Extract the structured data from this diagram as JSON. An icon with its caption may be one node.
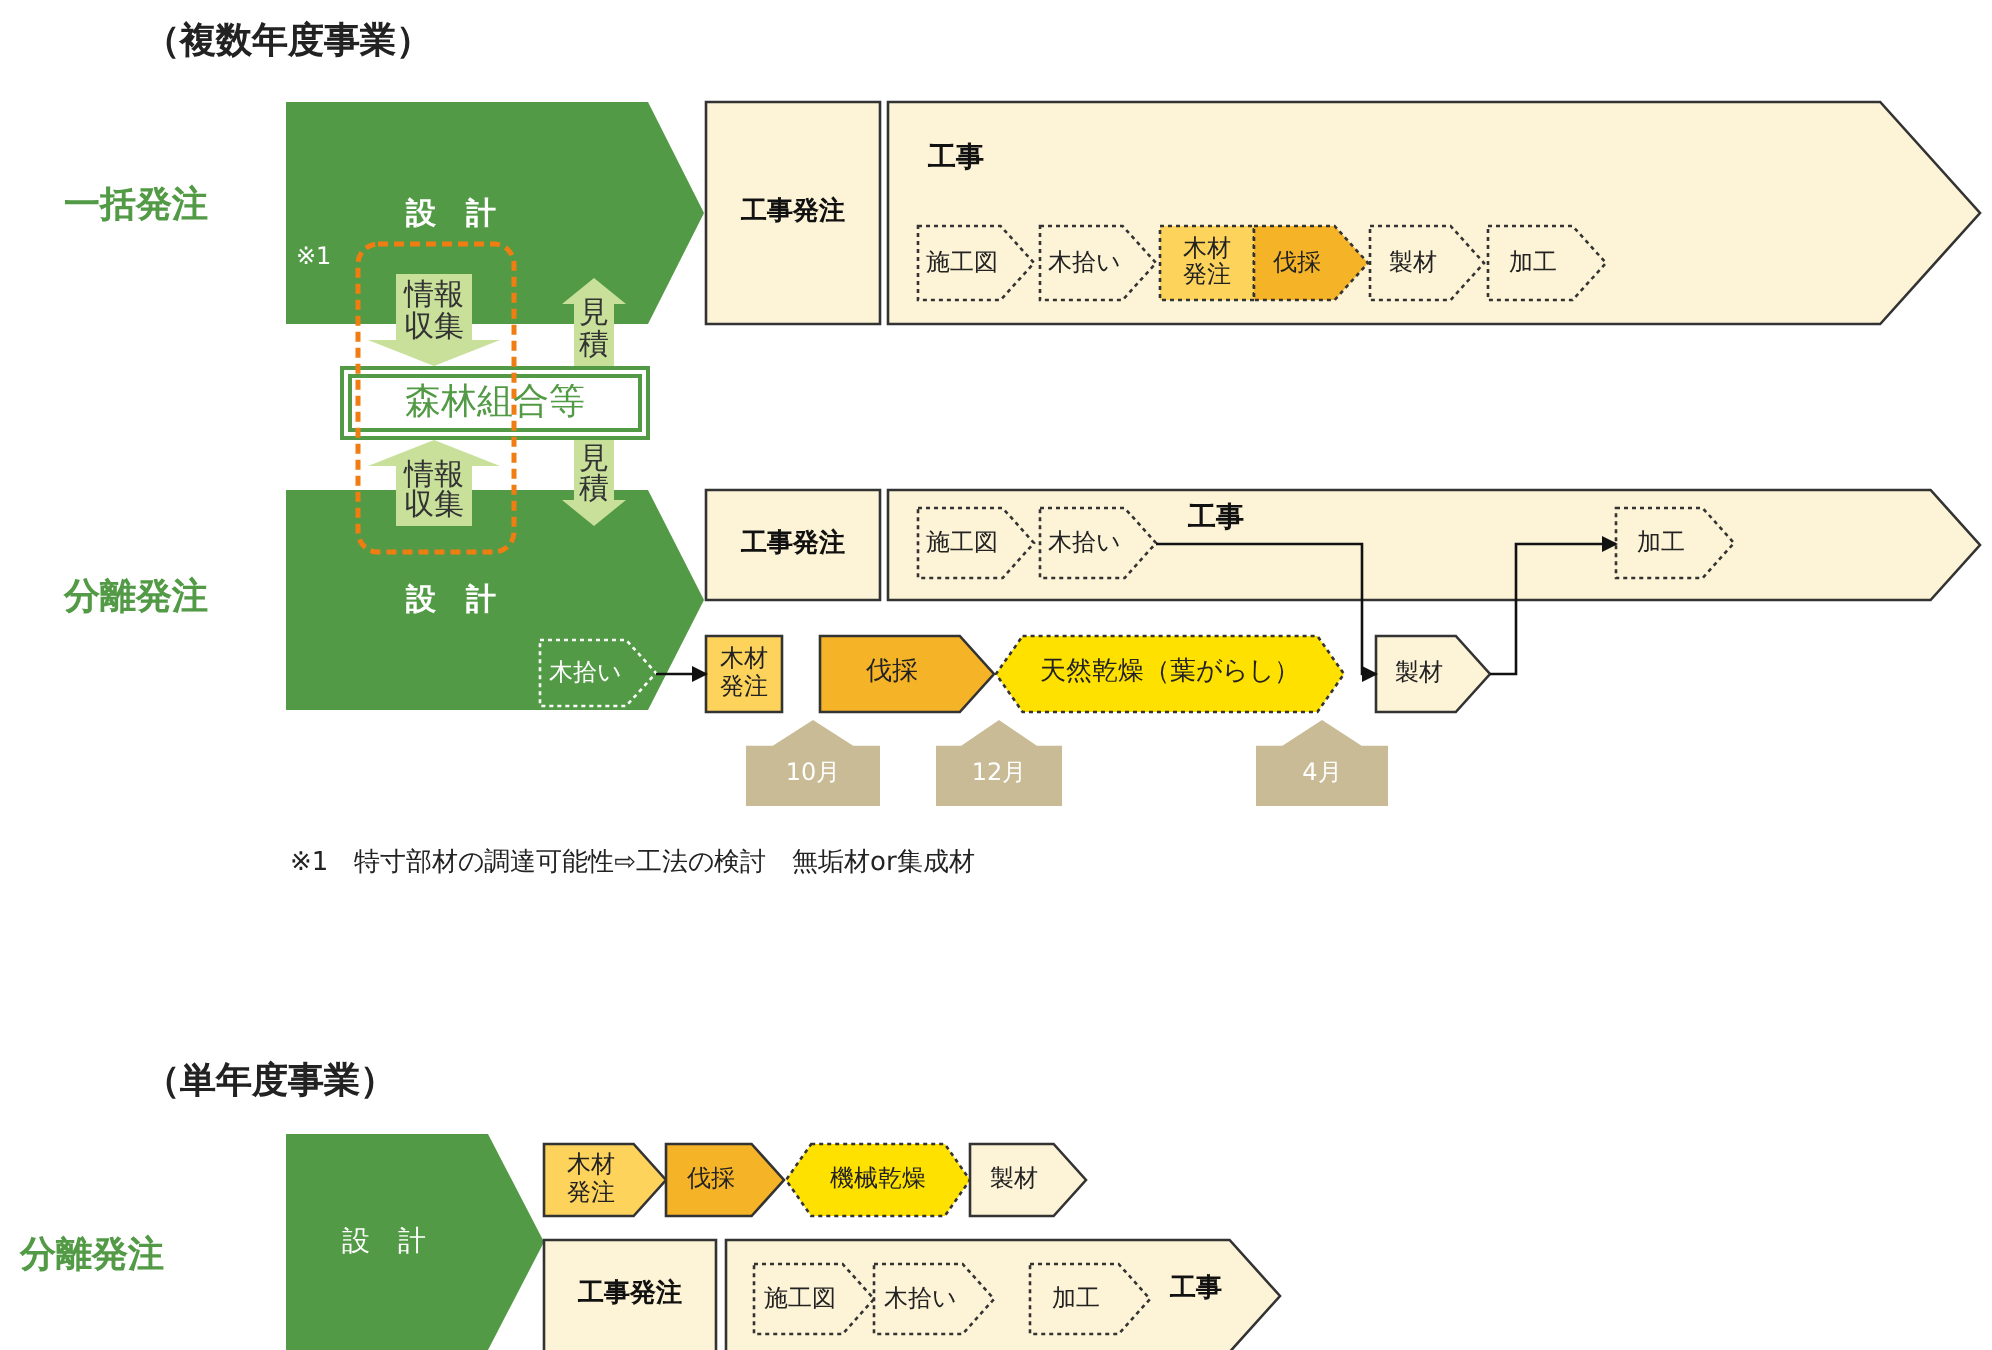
{
  "diagram": {
    "nodes": [
      {
        "text": [
          "設　計"
        ]
      },
      {
        "text": [
          "工事発注"
        ]
      },
      {
        "text": [
          "工事"
        ]
      },
      {
        "text": [
          "施工図"
        ],
        "in": 2
      },
      {
        "text": [
          "木拾い"
        ],
        "in": 2
      },
      {
        "text": [
          "木材発注"
        ],
        "in": 2
      },
      {
        "text": [
          "伐採"
        ],
        "in": 2
      },
      {
        "text": [
          "製材"
        ],
        "in": 2
      },
      {
        "text": [
          "加工"
        ],
        "in": 2
      },
      {
        "text": [
          "森林組合等"
        ]
      },
      {
        "text": [
          "設　計"
        ]
      },
      {
        "text": [
          "木拾い"
        ],
        "in": 10
      },
      {
        "text": [
          "工事発注"
        ]
      },
      {
        "text": [
          "工事"
        ]
      },
      {
        "text": [
          "施工図"
        ],
        "in": 13
      },
      {
        "text": [
          "木拾い"
        ],
        "in": 13
      },
      {
        "text": [
          "加工"
        ],
        "in": 13
      },
      {
        "text": [
          "木材発注"
        ]
      },
      {
        "text": [
          "伐採"
        ]
      },
      {
        "text": [
          "天然乾燥（葉がらし）"
        ]
      },
      {
        "text": [
          "製材"
        ]
      },
      {
        "text": [
          "10月"
        ]
      },
      {
        "text": [
          "12月"
        ]
      },
      {
        "text": [
          "4月"
        ]
      },
      {
        "text": [
          "設　計"
        ]
      },
      {
        "text": [
          "木材発注"
        ]
      },
      {
        "text": [
          "伐採"
        ]
      },
      {
        "text": [
          "機械乾燥"
        ]
      },
      {
        "text": [
          "製材"
        ]
      },
      {
        "text": [
          "工事発注"
        ]
      },
      {
        "text": [
          "工事"
        ]
      },
      {
        "text": [
          "施工図"
        ],
        "in": 30
      },
      {
        "text": [
          "木拾い"
        ],
        "in": 30
      },
      {
        "text": [
          "加工"
        ],
        "in": 30
      }
    ],
    "edges": [
      {
        "from": 0,
        "to": 9,
        "arrow": "to",
        "label": "情報収集"
      },
      {
        "from": 9,
        "to": 0,
        "arrow": "to",
        "label": "見積"
      },
      {
        "from": 10,
        "to": 9,
        "arrow": "to",
        "label": "情報収集"
      },
      {
        "from": 9,
        "to": 10,
        "arrow": "to",
        "label": "見積"
      },
      {
        "from": 11,
        "to": 17,
        "arrow": "to"
      },
      {
        "from": 15,
        "to": 20,
        "arrow": "to"
      },
      {
        "from": 20,
        "to": 16,
        "arrow": "to"
      }
    ],
    "labels": [
      "（複数年度事業）",
      "一括発注",
      "※1",
      "分離発注",
      "※1　特寸部材の調達可能性⇨工法の検討　無垢材or集成材",
      "（単年度事業）",
      "分離発注"
    ]
  }
}
